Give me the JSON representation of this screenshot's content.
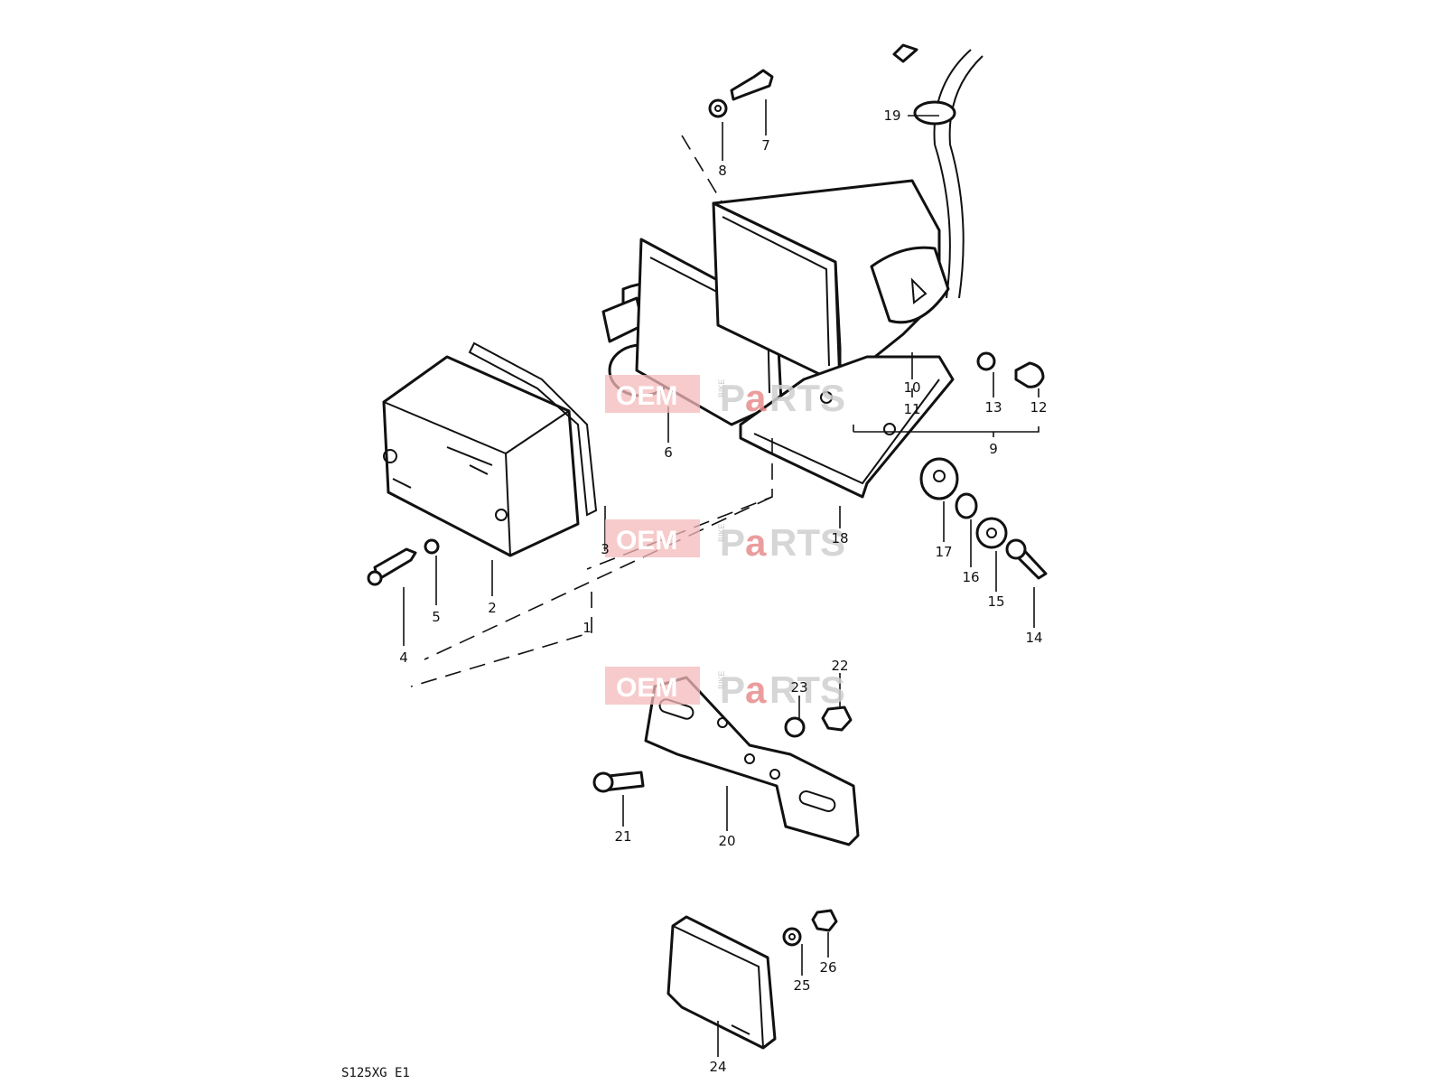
{
  "diagram": {
    "code_label": "S125XG E1",
    "callouts": [
      "1",
      "2",
      "3",
      "4",
      "5",
      "6",
      "7",
      "8",
      "9",
      "10",
      "11",
      "12",
      "13",
      "14",
      "15",
      "16",
      "17",
      "18",
      "19",
      "20",
      "21",
      "22",
      "23",
      "24",
      "25",
      "26"
    ]
  },
  "watermark": {
    "oem": "OEM",
    "bike": "BIKE",
    "p": "P",
    "a": "a",
    "rts": "RTS",
    "colors": {
      "oem_box": "#f4b9b9",
      "a_letter": "#e88c8c",
      "grey_letters": "#cfcfcf"
    }
  }
}
